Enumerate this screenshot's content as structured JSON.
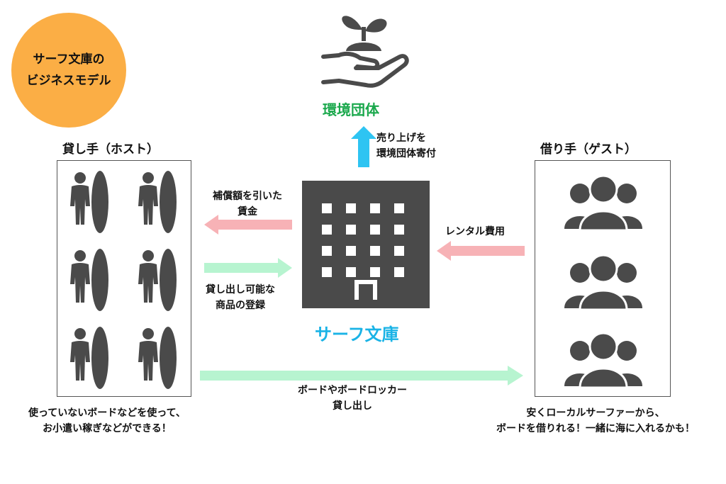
{
  "badge": {
    "line1": "サーフ文庫の",
    "line2": "ビジネスモデル"
  },
  "environment": {
    "title": "環境団体",
    "arrow_label_line1": "売り上げを",
    "arrow_label_line2": "環境団体寄付"
  },
  "host": {
    "title": "貸し手（ホスト）",
    "caption_line1": "使っていないボードなどを使って、",
    "caption_line2": "お小遣い稼ぎなどができる！"
  },
  "guest": {
    "title": "借り手（ゲスト）",
    "caption_line1": "安くローカルサーファーから、",
    "caption_line2": "ボードを借りれる！一緒に海に入れるかも！"
  },
  "center": {
    "title": "サーフ文庫"
  },
  "flows": {
    "compensation_line1": "補償額を引いた",
    "compensation_line2": "賃金",
    "registration_line1": "貸し出し可能な",
    "registration_line2": "商品の登録",
    "rental_fee": "レンタル費用",
    "lending_line1": "ボードやボードロッカー",
    "lending_line2": "貸し出し"
  },
  "colors": {
    "badge": "#fbae45",
    "icon_gray": "#4a4a4a",
    "green_title": "#1aa84c",
    "blue_title": "#1ab3e6",
    "blue_arrow": "#2ec4f2",
    "pink_arrow": "#f7b2b6",
    "mint_arrow": "#b7f4d0"
  }
}
